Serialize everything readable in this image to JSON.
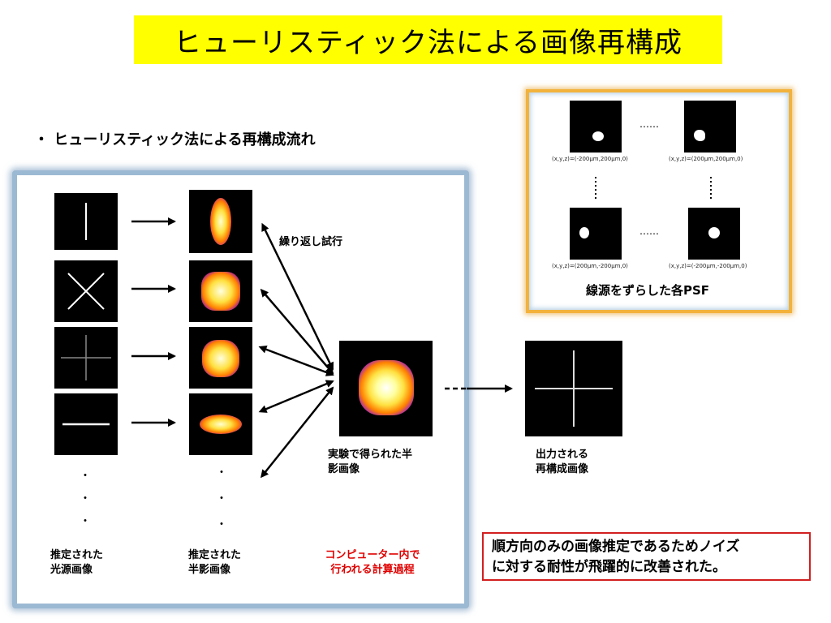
{
  "title": "ヒューリスティック法による画像再構成",
  "subtitle": "・ ヒューリスティック法による再構成流れ",
  "flow": {
    "iteration_label": "繰り返し試行",
    "estimated_source_label_1": "推定された",
    "estimated_source_label_2": "光源画像",
    "estimated_shadow_label_1": "推定された",
    "estimated_shadow_label_2": "半影画像",
    "computer_label_1": "コンピューター内で",
    "computer_label_2": "行われる計算過程",
    "experiment_label_1": "実験で得られた半",
    "experiment_label_2": "影画像",
    "output_label_1": "出力される",
    "output_label_2": "再構成画像",
    "ellipsis_dots": "・"
  },
  "psf": {
    "coord_tl": "(x,y,z)=(-200μm,200μm,0)",
    "coord_tr": "(x,y,z)=(200μm,200μm,0)",
    "coord_bl": "(x,y,z)=(200μm,-200μm,0)",
    "coord_br": "(x,y,z)=(-200μm,-200μm,0)",
    "h_ellipsis": "……",
    "caption": "線源をずらした各PSF"
  },
  "note": {
    "line1": "順方向のみの画像推定であるためノイズ",
    "line2": "に対する耐性が飛躍的に改善された。"
  },
  "colors": {
    "banner": "#ffff00",
    "flow_border": "#9cb9d3",
    "psf_border": "#f2b23b",
    "note_border": "#d21f1f",
    "red_text": "#e00000"
  }
}
